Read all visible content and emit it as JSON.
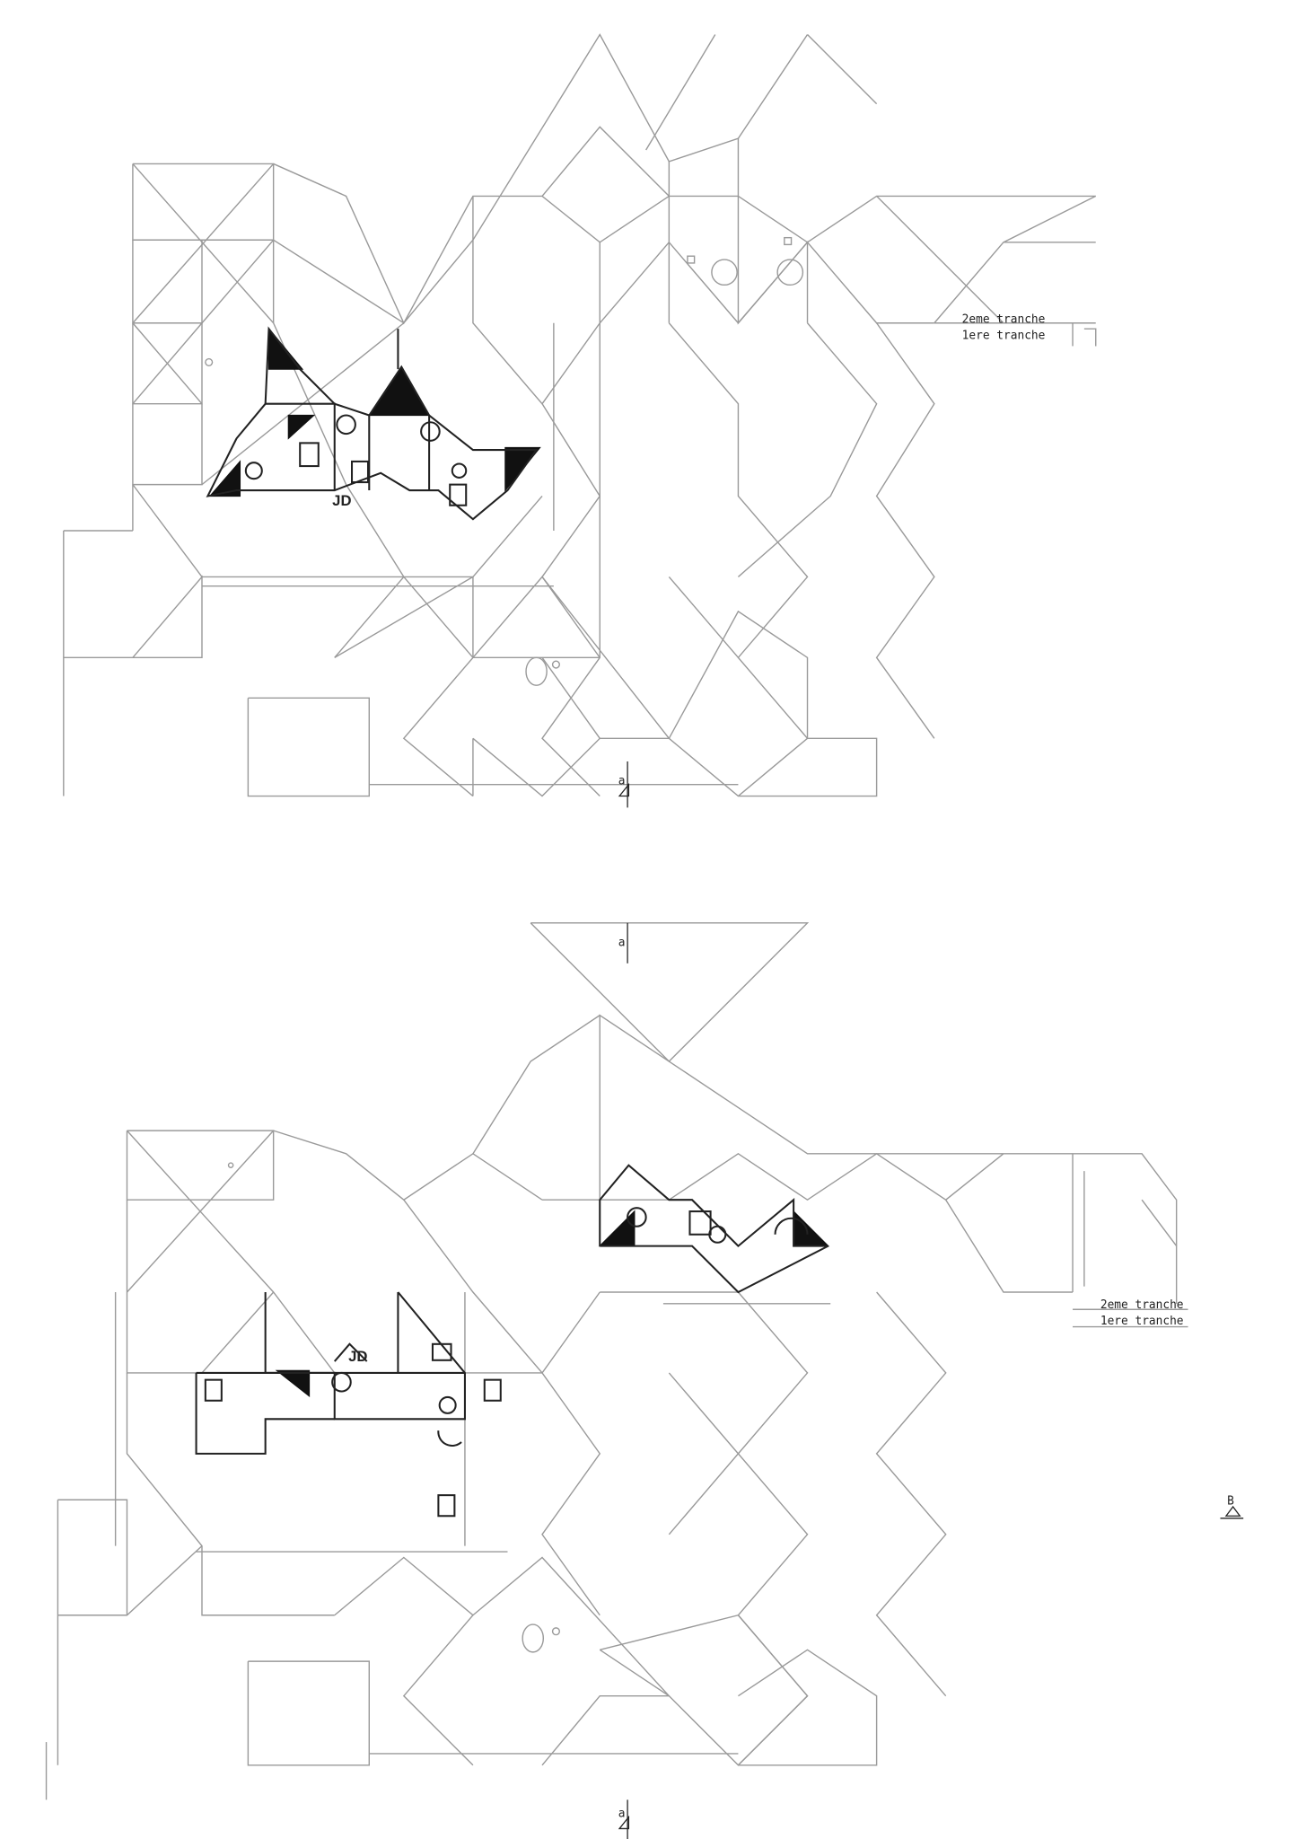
{
  "plans": [
    {
      "name": "upper-plan",
      "phase_upper_label": "2eme tranche",
      "phase_lower_label": "1ere tranche",
      "unit_label": "JD",
      "section_mark": "a"
    },
    {
      "name": "lower-plan",
      "phase_upper_label": "2eme tranche",
      "phase_lower_label": "1ere tranche",
      "unit_label": "JD",
      "section_mark_top": "a",
      "section_mark_bottom": "a"
    }
  ],
  "section_marker_b": "B",
  "colors": {
    "line": "#9a9a9a",
    "ink": "#222222"
  }
}
